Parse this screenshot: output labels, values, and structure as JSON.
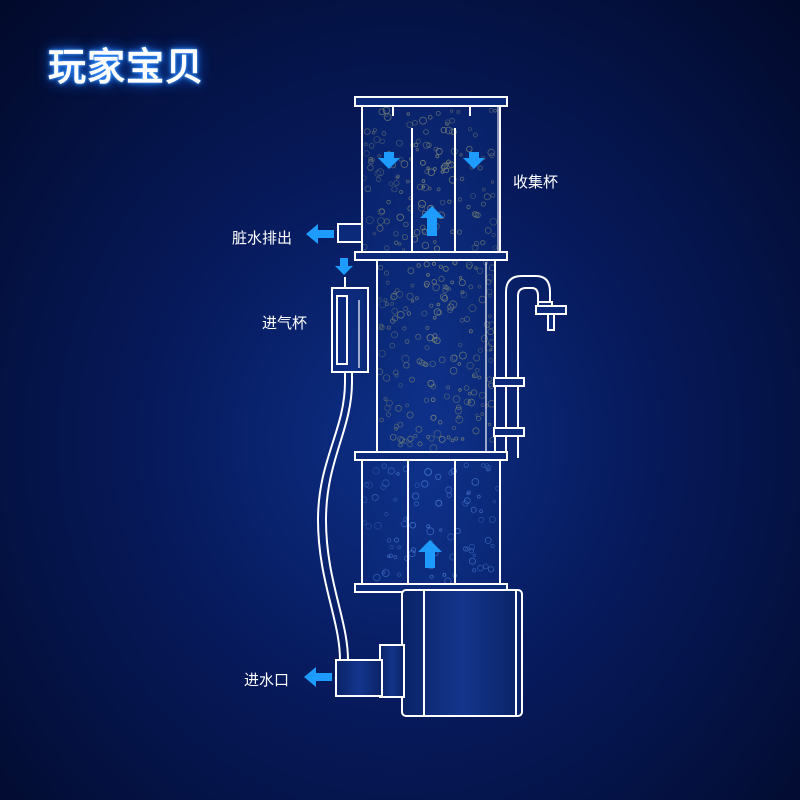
{
  "brand": {
    "text": "玩家宝贝"
  },
  "labels": {
    "collection_cup": "收集杯",
    "dirty_water_outlet": "脏水排出",
    "air_intake_cup": "进气杯",
    "water_inlet": "进水口"
  },
  "colors": {
    "background": "#06195a",
    "outline": "#ffffff",
    "arrow": "#1e9bff",
    "bubble_yellow": "#c8c060",
    "bubble_blue": "#6fa8ff"
  },
  "icons": {
    "flow_arrow": "arrow-icon"
  }
}
